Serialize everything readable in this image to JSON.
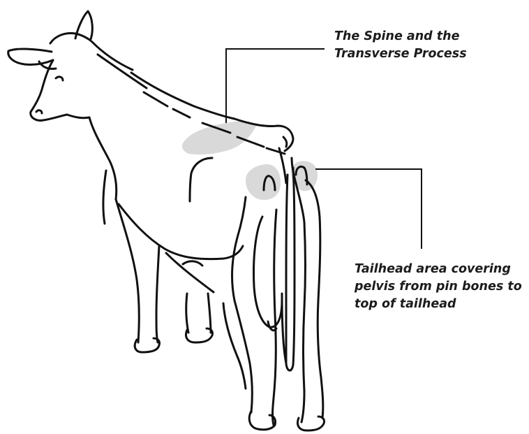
{
  "labels": {
    "spine": {
      "lines": [
        "The Spine and the",
        "Transverse Process"
      ]
    },
    "tailhead": {
      "lines": [
        "Tailhead area covering",
        "pelvis from pin bones to",
        "top of tailhead"
      ]
    }
  },
  "colors": {
    "outline": "#111111",
    "highlight": "#d9d9d9",
    "text": "#1c1c1c"
  }
}
